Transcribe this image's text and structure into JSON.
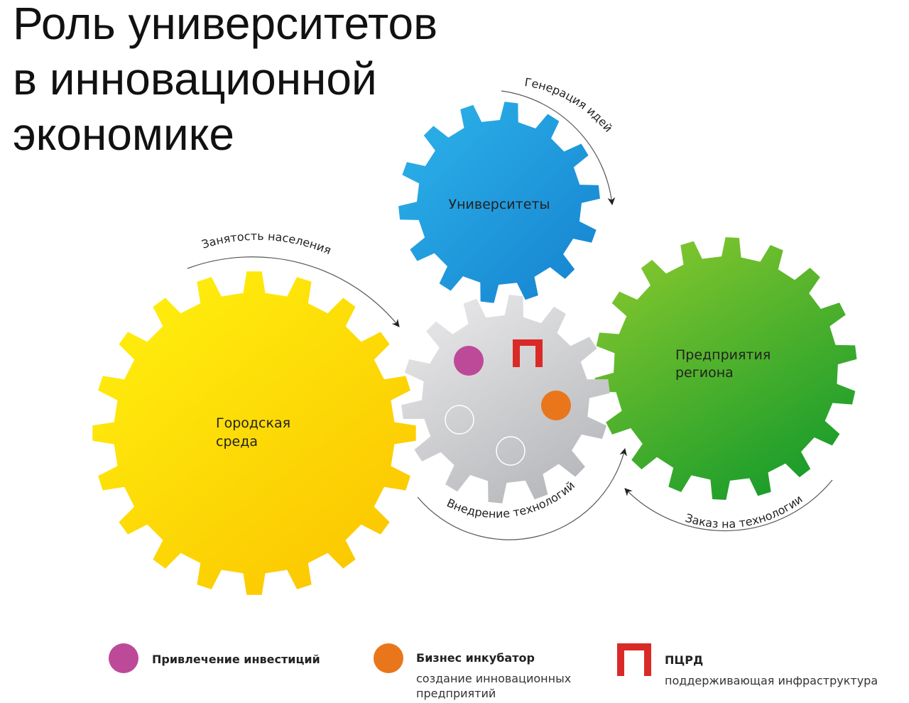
{
  "title": {
    "lines": [
      "Роль университетов",
      "в инновационной",
      "экономике"
    ]
  },
  "gears": {
    "universities": {
      "label_lines": [
        "Университеты"
      ],
      "color_start": "#2db4ea",
      "color_end": "#1581cf"
    },
    "enterprises": {
      "label_lines": [
        "Предприятия",
        "региона"
      ],
      "color_start": "#8fcb2e",
      "color_end": "#1e9e2b"
    },
    "city": {
      "label_lines": [
        "Городская",
        "среда"
      ],
      "color_start": "#fff30f",
      "color_end": "#fbc600"
    },
    "center": {
      "label_lines": [],
      "color_start": "#ececee",
      "color_end": "#b9babd"
    }
  },
  "arrows": {
    "ideas": "Генерация идей",
    "employment": "Занятость населения",
    "tech_implementation": "Внедрение технологий",
    "tech_order": "Заказ на технологии"
  },
  "colors": {
    "investment": "#bd4a98",
    "incubator": "#e9761a",
    "pcrd": "#d92a27"
  },
  "legend": {
    "investment": {
      "title": "Привлечение инвестиций",
      "icon": "purple-circle"
    },
    "incubator": {
      "title": "Бизнес инкубатор",
      "desc_lines": [
        "создание инновационных",
        "предприятий"
      ],
      "icon": "orange-circle"
    },
    "pcrd": {
      "title": "ПЦРД",
      "desc_lines": [
        "поддерживающая инфраструктура"
      ],
      "icon": "red-pi-icon"
    }
  }
}
